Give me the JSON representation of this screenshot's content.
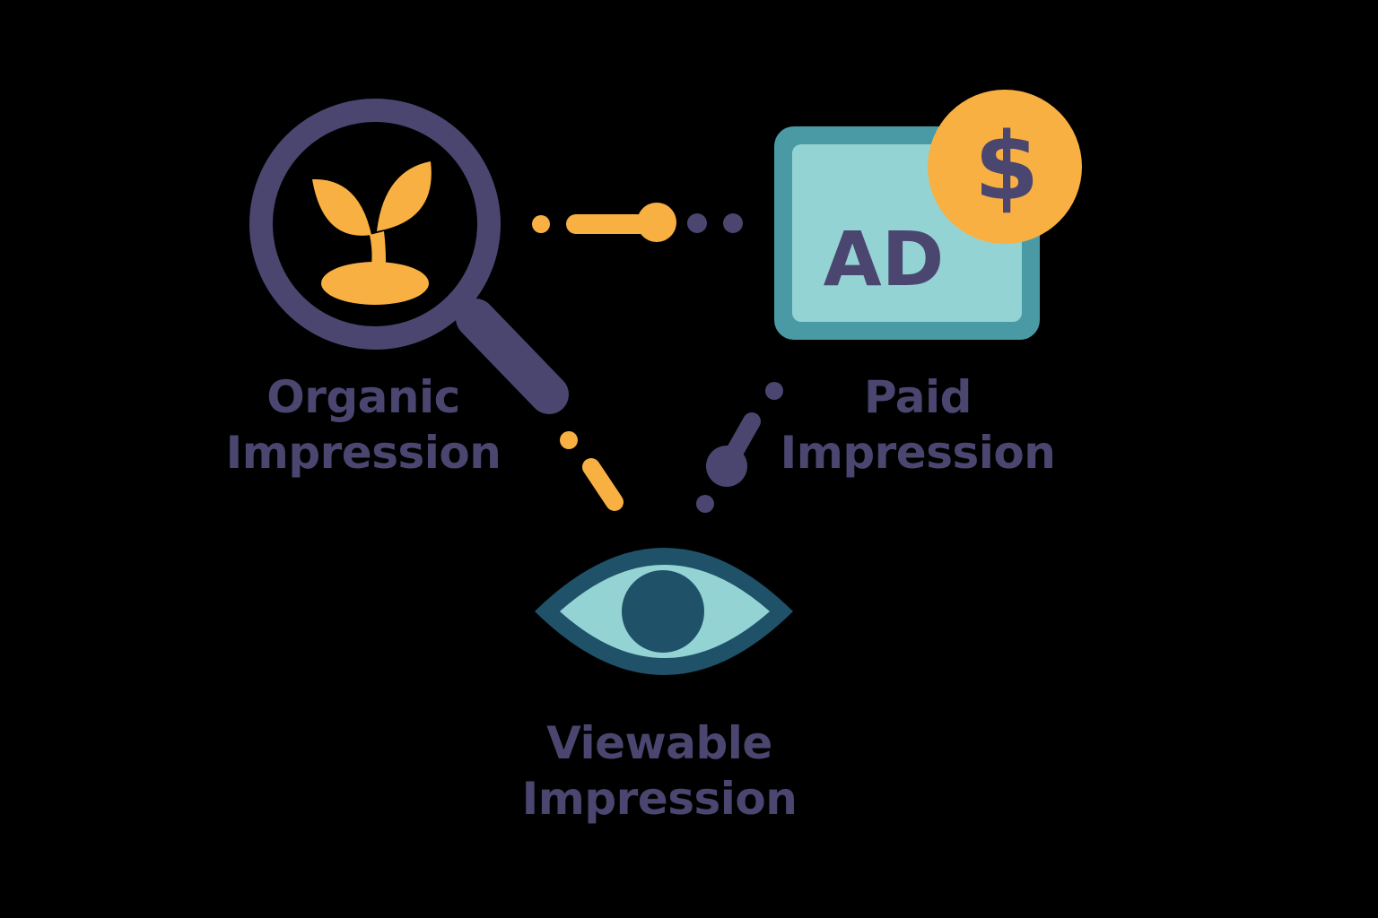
{
  "nodes": {
    "organic": {
      "line1": "Organic",
      "line2": "Impression",
      "icon": "magnifier-sprout-icon"
    },
    "paid": {
      "line1": "Paid",
      "line2": "Impression",
      "icon": "ad-dollar-icon",
      "badge_text": "AD",
      "coin_symbol": "$"
    },
    "viewable": {
      "line1": "Viewable",
      "line2": "Impression",
      "icon": "eye-icon"
    }
  },
  "colors": {
    "background": "#000000",
    "navy": "#4a4670",
    "orange": "#f8b043",
    "teal_dark": "#4a9aa6",
    "teal_light": "#94d3d3",
    "eye_dark": "#1f5168"
  }
}
